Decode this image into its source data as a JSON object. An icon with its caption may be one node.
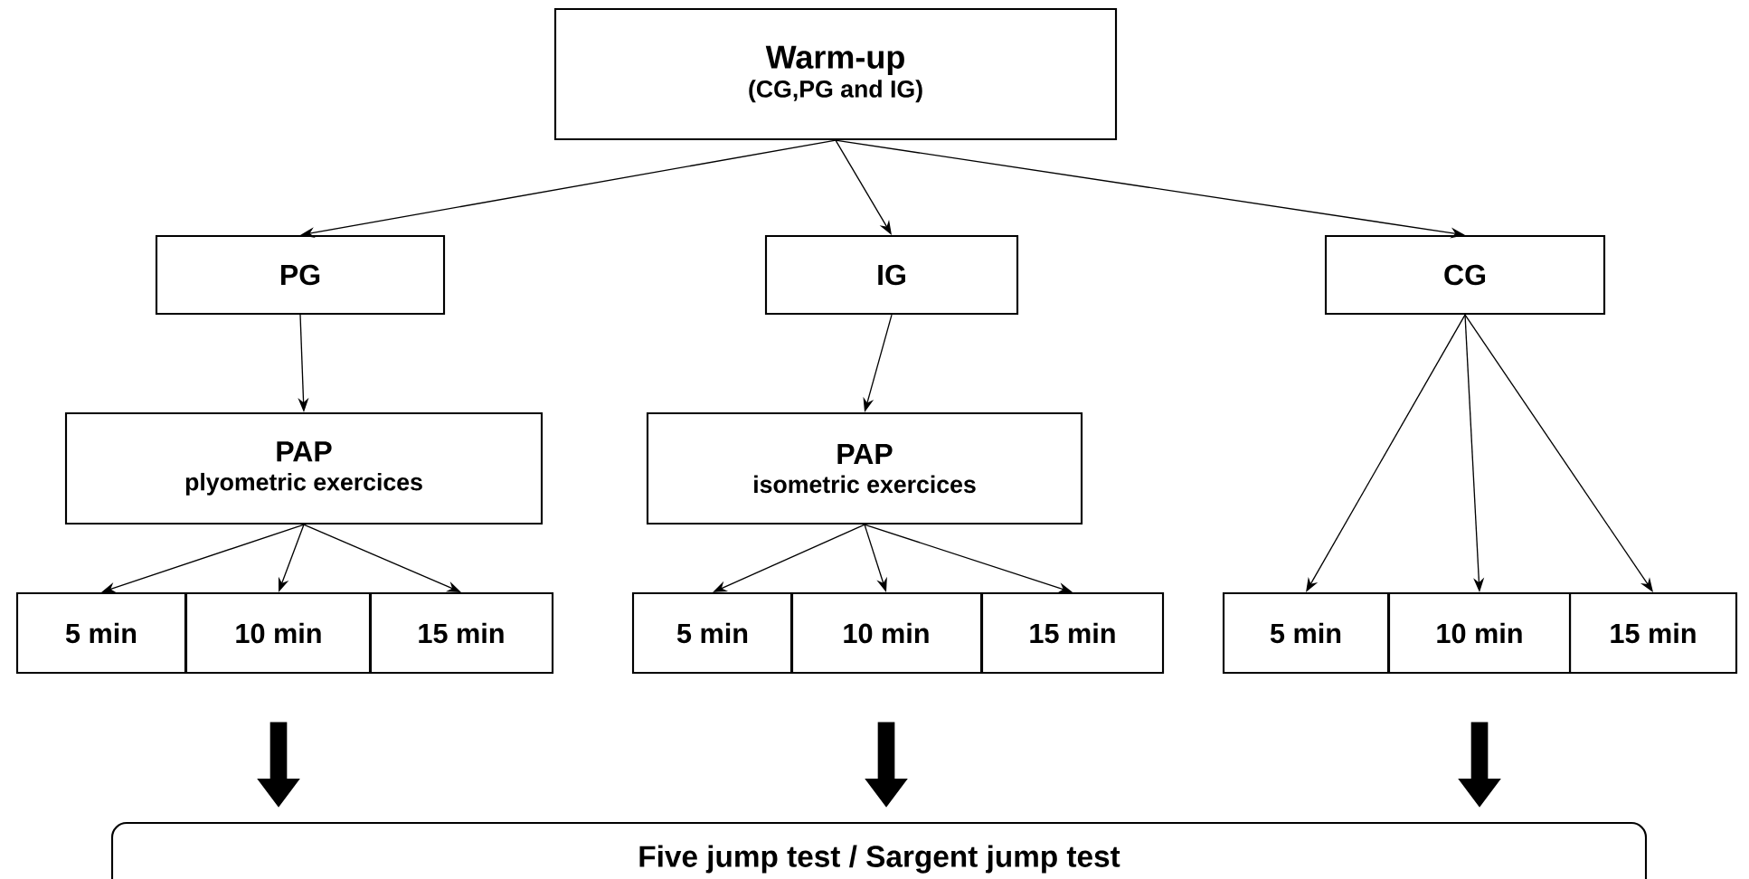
{
  "diagram": {
    "nodes": [
      {
        "text": [
          "Warm-up",
          "(CG,PG and IG)"
        ]
      },
      {
        "text": [
          "PG"
        ]
      },
      {
        "text": [
          "IG"
        ]
      },
      {
        "text": [
          "CG"
        ]
      },
      {
        "text": [
          "PAP",
          "plyometric exercices"
        ]
      },
      {
        "text": [
          "PAP",
          "isometric exercices"
        ]
      },
      {
        "text": [
          "5 min"
        ]
      },
      {
        "text": [
          "10 min"
        ]
      },
      {
        "text": [
          "15 min"
        ]
      },
      {
        "text": [
          "5 min"
        ]
      },
      {
        "text": [
          "10 min"
        ]
      },
      {
        "text": [
          "15 min"
        ]
      },
      {
        "text": [
          "5 min"
        ]
      },
      {
        "text": [
          "10 min"
        ]
      },
      {
        "text": [
          "15 min"
        ]
      },
      {
        "text": [
          "Five jump test / Sargent jump test"
        ]
      }
    ],
    "edges": [
      {
        "from": 0,
        "to": 1,
        "arrow": "to"
      },
      {
        "from": 0,
        "to": 2,
        "arrow": "to"
      },
      {
        "from": 0,
        "to": 3,
        "arrow": "to"
      },
      {
        "from": 1,
        "to": 4,
        "arrow": "to"
      },
      {
        "from": 2,
        "to": 5,
        "arrow": "to"
      },
      {
        "from": 4,
        "to": 6,
        "arrow": "to"
      },
      {
        "from": 4,
        "to": 7,
        "arrow": "to"
      },
      {
        "from": 4,
        "to": 8,
        "arrow": "to"
      },
      {
        "from": 5,
        "to": 9,
        "arrow": "to"
      },
      {
        "from": 5,
        "to": 10,
        "arrow": "to"
      },
      {
        "from": 5,
        "to": 11,
        "arrow": "to"
      },
      {
        "from": 3,
        "to": 12,
        "arrow": "to"
      },
      {
        "from": 3,
        "to": 13,
        "arrow": "to"
      },
      {
        "from": 3,
        "to": 14,
        "arrow": "to"
      },
      {
        "from": 7,
        "to": 15,
        "arrow": "to",
        "style": "thick"
      },
      {
        "from": 10,
        "to": 15,
        "arrow": "to",
        "style": "thick"
      },
      {
        "from": 13,
        "to": 15,
        "arrow": "to",
        "style": "thick"
      }
    ]
  }
}
